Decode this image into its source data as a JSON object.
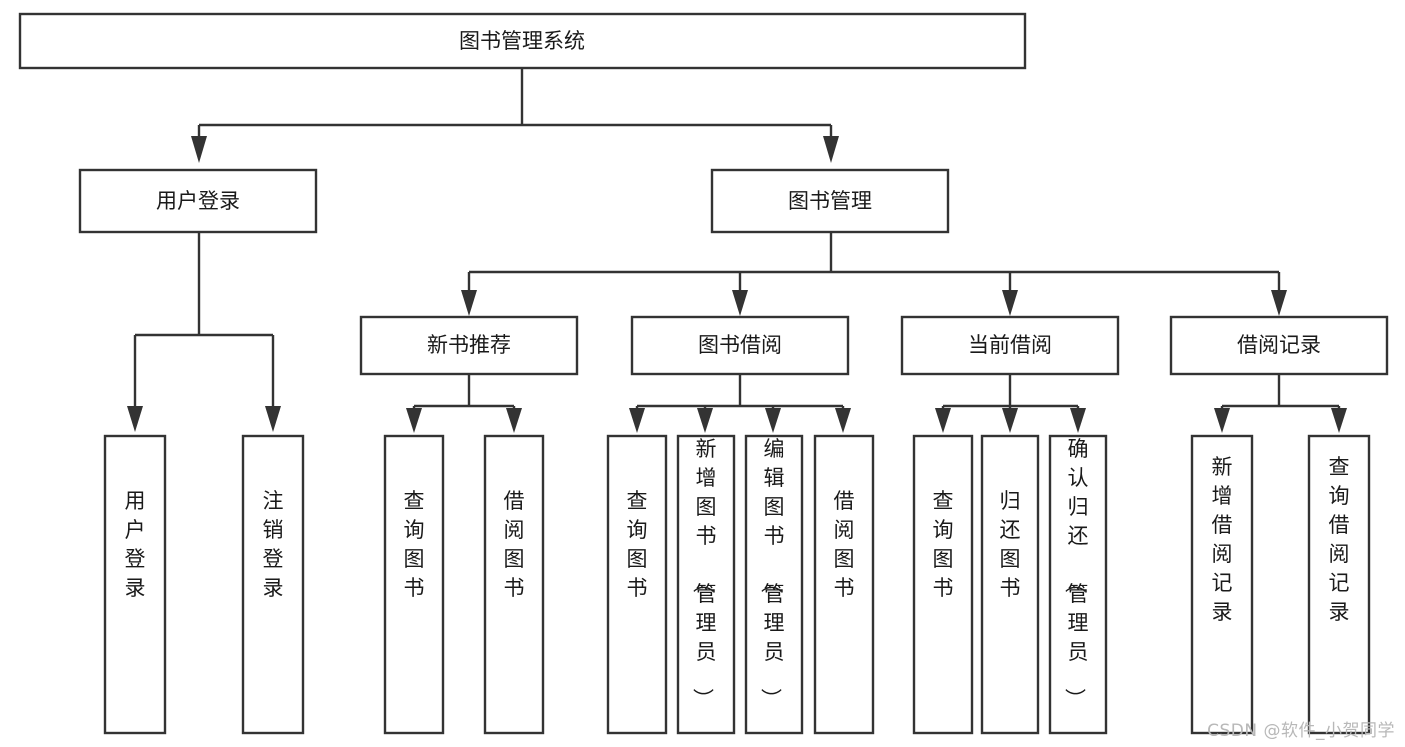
{
  "diagram": {
    "type": "tree-hierarchy-diagram",
    "title": "图书管理系统",
    "orientation": "top-down",
    "colors": {
      "box_fill": "#ffffff",
      "box_stroke": "#333333",
      "text": "#1a1a1a",
      "background": "#ffffff",
      "watermark": "#b8b8b8"
    },
    "levels": {
      "root": {
        "label": "图书管理系统"
      },
      "level2": [
        {
          "label": "用户登录"
        },
        {
          "label": "图书管理"
        }
      ],
      "level3": [
        {
          "label": "新书推荐"
        },
        {
          "label": "图书借阅"
        },
        {
          "label": "当前借阅"
        },
        {
          "label": "借阅记录"
        }
      ],
      "leaves": [
        {
          "label": "用户登录",
          "parent": "用户登录"
        },
        {
          "label": "注销登录",
          "parent": "用户登录"
        },
        {
          "label": "查询图书",
          "parent": "新书推荐"
        },
        {
          "label": "借阅图书",
          "parent": "新书推荐"
        },
        {
          "label": "查询图书",
          "parent": "图书借阅"
        },
        {
          "label": "新增图书（管理员）",
          "parent": "图书借阅"
        },
        {
          "label": "编辑图书（管理员）",
          "parent": "图书借阅"
        },
        {
          "label": "借阅图书",
          "parent": "图书借阅"
        },
        {
          "label": "查询图书",
          "parent": "当前借阅"
        },
        {
          "label": "归还图书",
          "parent": "当前借阅"
        },
        {
          "label": "确认归还（管理员）",
          "parent": "当前借阅"
        },
        {
          "label": "新增借阅记录",
          "parent": "借阅记录"
        },
        {
          "label": "查询借阅记录",
          "parent": "借阅记录"
        }
      ]
    },
    "watermark": "CSDN @软件_小贺同学"
  }
}
